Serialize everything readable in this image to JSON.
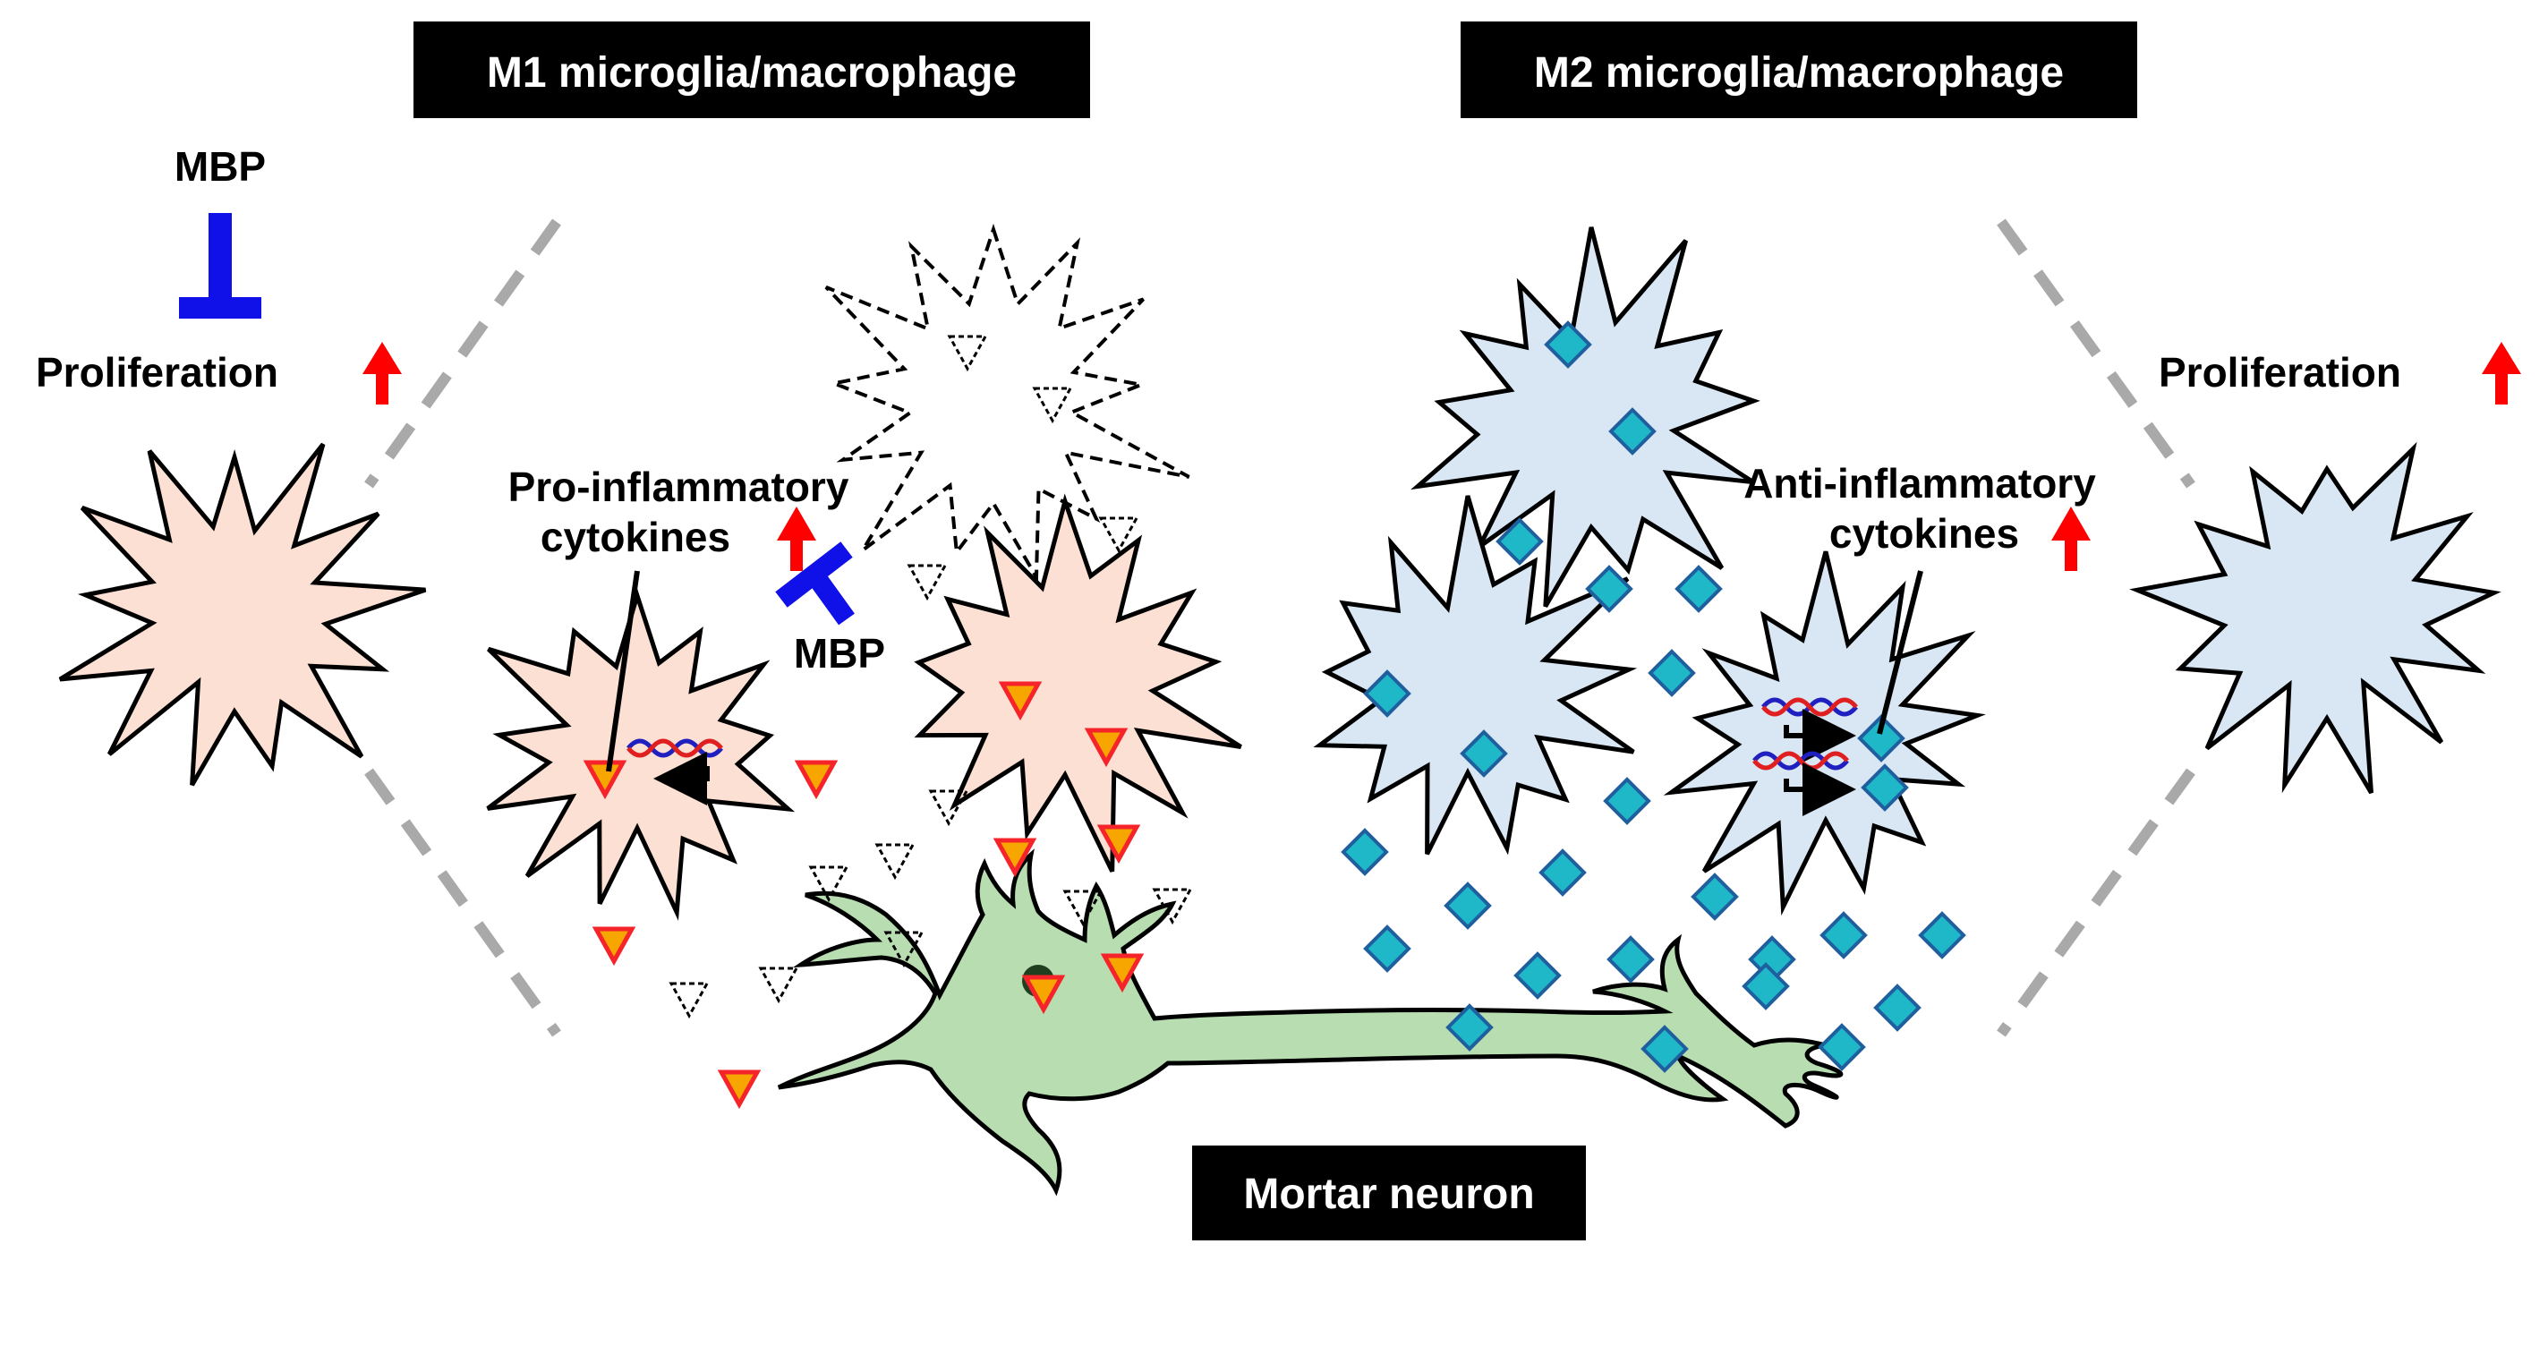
{
  "header": {
    "m1_title": "M1 microglia/macrophage",
    "m2_title": "M2 microglia/macrophage"
  },
  "labels": {
    "mbp_top": "MBP",
    "proliferation_left": "Proliferation",
    "proliferation_right": "Proliferation",
    "pro_line1": "Pro-inflammatory",
    "pro_line2": "cytokines",
    "mbp_mid": "MBP",
    "anti_line1": "Anti-inflammatory",
    "anti_line2": "cytokines",
    "neuron": "Mortar neuron"
  },
  "colors": {
    "m1_fill": "#fbe0d3",
    "m2_fill": "#d9e7f5",
    "neuron_fill": "#b7ddb0",
    "cytokine_red": "#f5242a",
    "cytokine_orange": "#f7a600",
    "diamond_fill": "#1fb8c8",
    "diamond_stroke": "#1f5f9e",
    "mbp_blue": "#1010e8",
    "arrow_red": "#ff0000",
    "dash_gray": "#a9a9a9"
  }
}
